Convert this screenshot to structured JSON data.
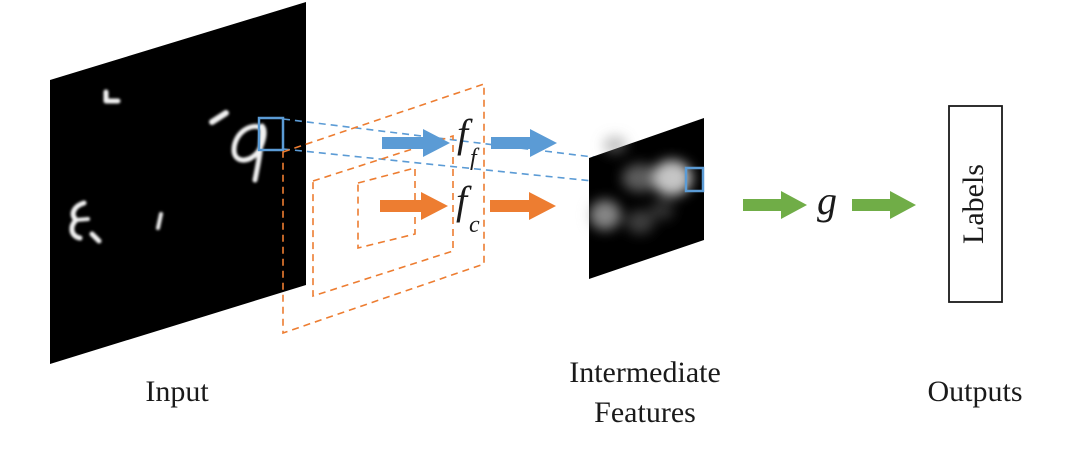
{
  "captions": {
    "input": "Input",
    "features_line1": "Intermediate",
    "features_line2": "Features",
    "outputs": "Outputs"
  },
  "functions": {
    "fine": {
      "symbol": "f",
      "subscript": "f"
    },
    "coarse": {
      "symbol": "f",
      "subscript": "c"
    },
    "head": {
      "symbol": "g"
    }
  },
  "labels_box": "Labels",
  "colors": {
    "fine_branch": "#5b9bd5",
    "coarse_branch": "#ed7d31",
    "head_branch": "#70ad47",
    "panel": "#000000"
  },
  "icons": [
    "arrow-right-icon"
  ]
}
